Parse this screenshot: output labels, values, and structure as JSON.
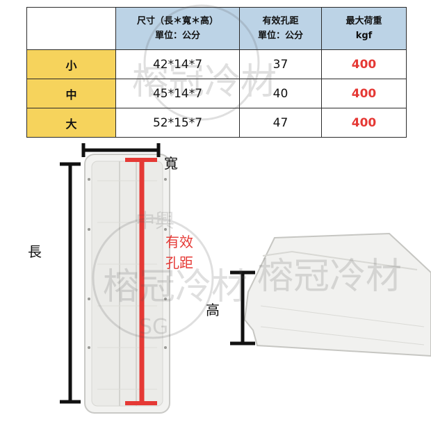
{
  "table": {
    "header": {
      "size_line1": "尺寸（長＊寬＊高）",
      "size_line2": "單位：公分",
      "pitch_line1": "有效孔距",
      "pitch_line2": "單位：公分",
      "load_line1": "最大荷重",
      "load_line2": "kgf"
    },
    "rows": [
      {
        "name": "小",
        "size": "42*14*7",
        "pitch": "37",
        "load": "400"
      },
      {
        "name": "中",
        "size": "45*14*7",
        "pitch": "40",
        "load": "400"
      },
      {
        "name": "大",
        "size": "52*15*7",
        "pitch": "47",
        "load": "400"
      }
    ]
  },
  "labels": {
    "width": "寬",
    "length": "長",
    "height": "高",
    "pitch_line1": "有效",
    "pitch_line2": "孔距"
  },
  "watermark": {
    "line1": "中興",
    "line2": "榕冠冷材",
    "line3": "SG"
  },
  "colors": {
    "header_bg": "#bcd3e6",
    "row_label_bg": "#f6d35c",
    "accent_red": "#e53935"
  }
}
